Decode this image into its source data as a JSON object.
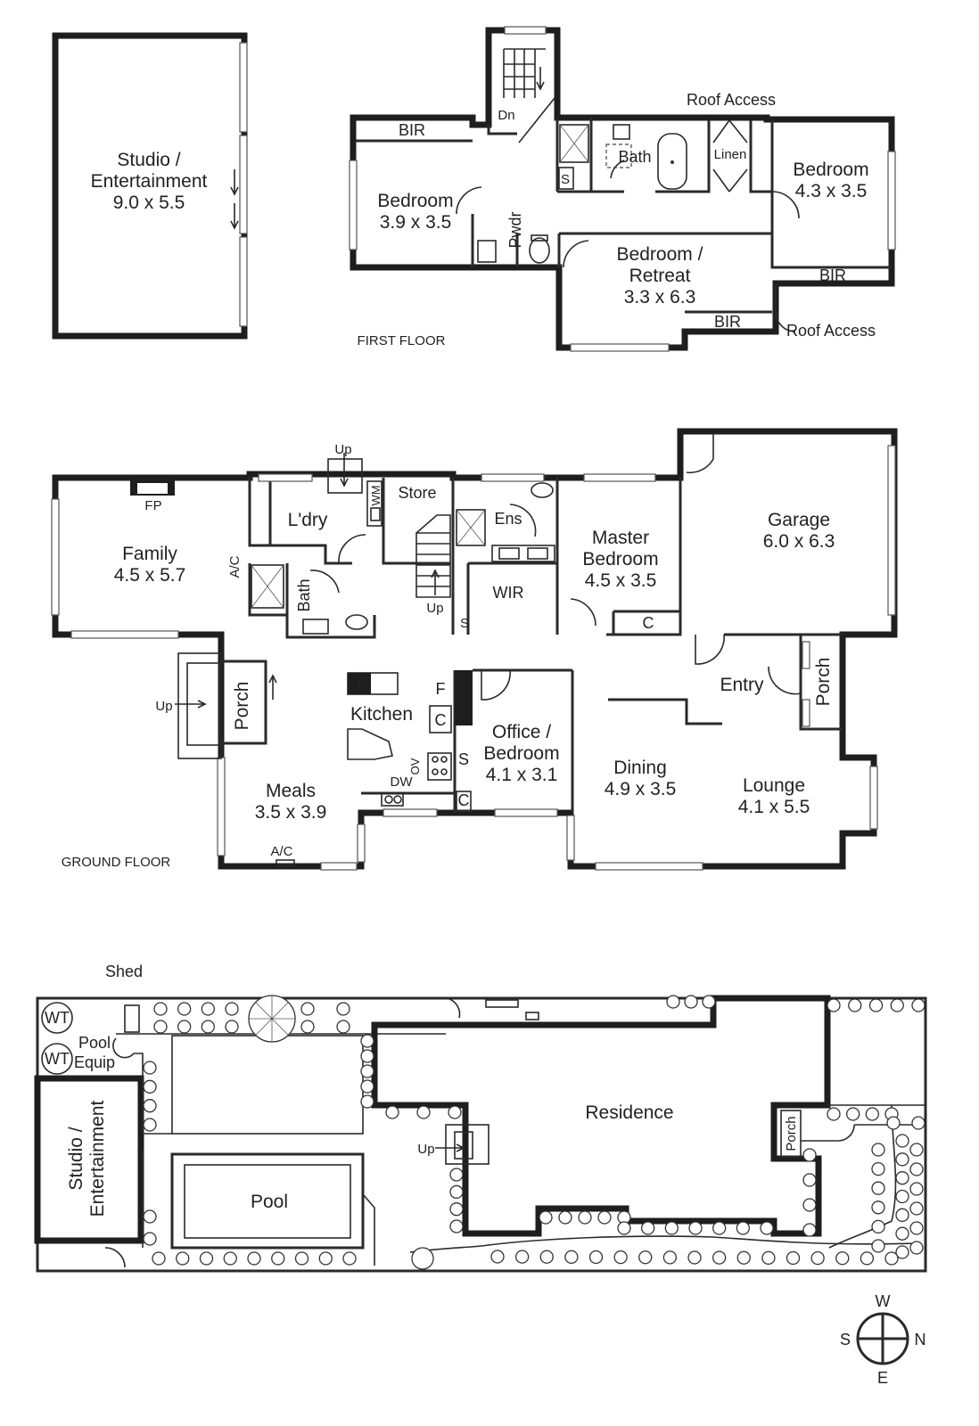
{
  "first_floor": {
    "title": "FIRST FLOOR",
    "studio": {
      "name": "Studio /\nEntertainment",
      "dims": "9.0 x 5.5"
    },
    "rooms": {
      "bedroom_west": {
        "name": "Bedroom",
        "dims": "3.9 x 3.5"
      },
      "bedroom_east": {
        "name": "Bedroom",
        "dims": "4.3 x 3.5"
      },
      "retreat": {
        "name": "Bedroom /\nRetreat",
        "dims": "3.3 x 6.3"
      }
    },
    "labels": {
      "bir": "BIR",
      "bath": "Bath",
      "linen": "Linen",
      "pwdr": "Pwdr",
      "dn": "Dn",
      "s": "S",
      "roof_access": "Roof Access"
    }
  },
  "ground_floor": {
    "title": "GROUND FLOOR",
    "rooms": {
      "family": {
        "name": "Family",
        "dims": "4.5 x 5.7"
      },
      "master": {
        "name": "Master\nBedroom",
        "dims": "4.5 x 3.5"
      },
      "garage": {
        "name": "Garage",
        "dims": "6.0 x 6.3"
      },
      "meals": {
        "name": "Meals",
        "dims": "3.5 x 3.9"
      },
      "office": {
        "name": "Office /\nBedroom",
        "dims": "4.1 x 3.1"
      },
      "dining": {
        "name": "Dining",
        "dims": "4.9 x 3.5"
      },
      "lounge": {
        "name": "Lounge",
        "dims": "4.1 x 5.5"
      }
    },
    "labels": {
      "fp": "FP",
      "ldry": "L'dry",
      "wm": "WM",
      "store": "Store",
      "ens": "Ens",
      "ac": "A/C",
      "bath": "Bath",
      "wir": "WIR",
      "up": "Up",
      "s": "S",
      "c": "C",
      "f": "F",
      "ov": "OV",
      "dw": "DW",
      "porch": "Porch",
      "entry": "Entry",
      "kitchen": "Kitchen"
    }
  },
  "site": {
    "residence": "Residence",
    "pool": "Pool",
    "studio": "Studio /\nEntertainment",
    "shed": "Shed",
    "pool_equip": "Pool\nEquip",
    "wt": "WT",
    "porch": "Porch",
    "up": "Up"
  },
  "compass": {
    "n": "N",
    "s": "S",
    "e": "E",
    "w": "W"
  }
}
